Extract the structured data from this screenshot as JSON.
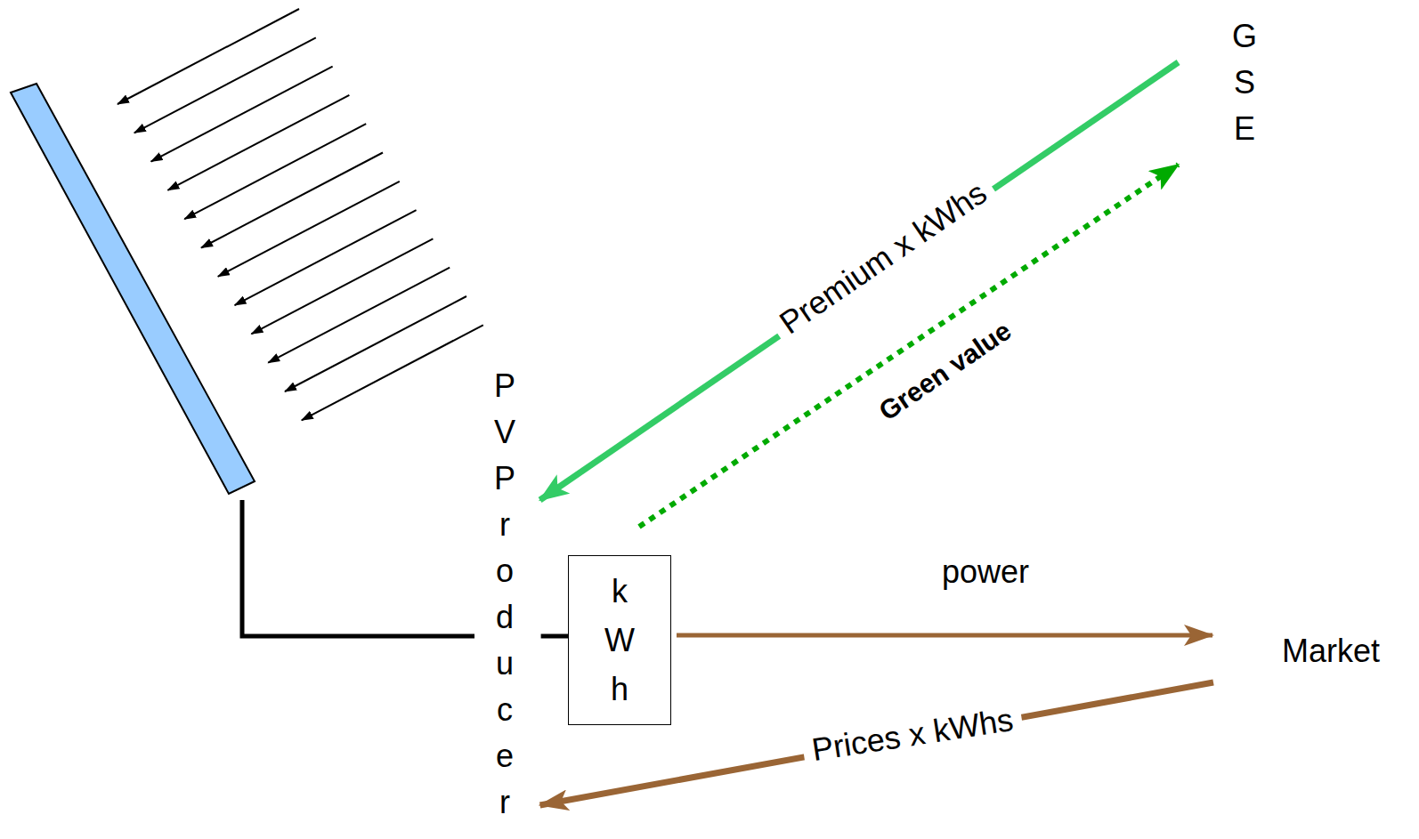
{
  "diagram": {
    "nodes": [
      {
        "text": [
          "PV Producer"
        ]
      },
      {
        "text": [
          "kWh"
        ]
      },
      {
        "text": [
          "GSE"
        ]
      },
      {
        "text": [
          "Market"
        ]
      }
    ],
    "edges": [
      {
        "from": 2,
        "to": 0,
        "label": "Premium x kWhs",
        "arrow": "to"
      },
      {
        "from": 1,
        "to": 2,
        "label": "Green value",
        "arrow": "to"
      },
      {
        "from": 1,
        "to": 3,
        "label": "power",
        "arrow": "to"
      },
      {
        "from": 3,
        "to": 0,
        "label": "Prices x kWhs",
        "arrow": "to"
      },
      {
        "from": 0,
        "to": 1,
        "arrow": "none"
      }
    ]
  }
}
